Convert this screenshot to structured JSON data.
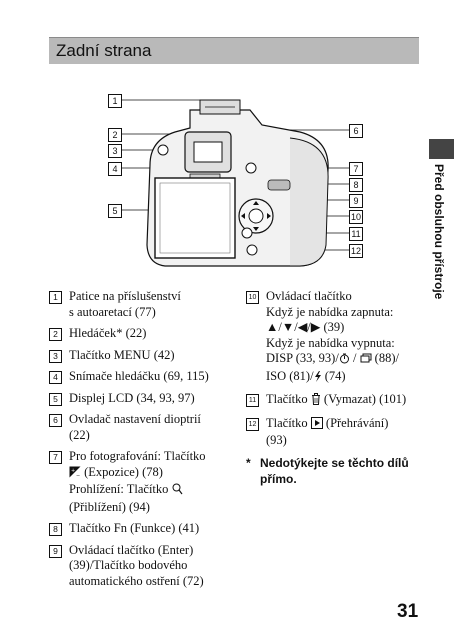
{
  "header": {
    "title": "Zadní strana"
  },
  "side_tab": {
    "text": "Před obsluhou přístroje"
  },
  "callouts": [
    "1",
    "2",
    "3",
    "4",
    "5",
    "6",
    "7",
    "8",
    "9",
    "10",
    "11",
    "12"
  ],
  "items_left": [
    {
      "num": "1",
      "lines": [
        "Patice na příslušenství",
        "s autoaretací (77)"
      ]
    },
    {
      "num": "2",
      "lines": [
        "Hledáček* (22)"
      ]
    },
    {
      "num": "3",
      "lines": [
        "Tlačítko MENU (42)"
      ]
    },
    {
      "num": "4",
      "lines": [
        "Snímače hledáčku (69, 115)"
      ]
    },
    {
      "num": "5",
      "lines": [
        "Displej LCD (34, 93, 97)"
      ]
    },
    {
      "num": "6",
      "lines": [
        "Ovladač nastavení dioptrií",
        "(22)"
      ]
    },
    {
      "num": "7",
      "line1": "Pro fotografování: Tlačítko",
      "line2_after_icon": " (Expozice) (78)",
      "line3": "Prohlížení: Tlačítko",
      "line4": "(Přiblížení) (94)"
    },
    {
      "num": "8",
      "lines": [
        "Tlačítko Fn (Funkce) (41)"
      ]
    },
    {
      "num": "9",
      "lines": [
        "Ovládací tlačítko (Enter)",
        "(39)/Tlačítko bodového",
        "automatického ostření (72)"
      ]
    }
  ],
  "items_right": [
    {
      "num": "10",
      "line1": "Ovládací tlačítko",
      "line2": "Když je nabídka zapnuta:",
      "line3": "▲/▼/◀/▶ (39)",
      "line4": "Když je nabídka vypnuta:",
      "line5a": "DISP (33, 93)/",
      "line5b": " / ",
      "line5c": " (88)/",
      "line6a": "ISO (81)/",
      "line6b": " (74)"
    },
    {
      "num": "11",
      "text_before": "Tlačítko ",
      "text_after": " (Vymazat) (101)"
    },
    {
      "num": "12",
      "text_before": "Tlačítko ",
      "text_after": " (Přehrávání)",
      "line2": "(93)"
    }
  ],
  "note": {
    "star": "*",
    "line1": "Nedotýkejte se těchto dílů",
    "line2": "přímo."
  },
  "page_number": "31"
}
